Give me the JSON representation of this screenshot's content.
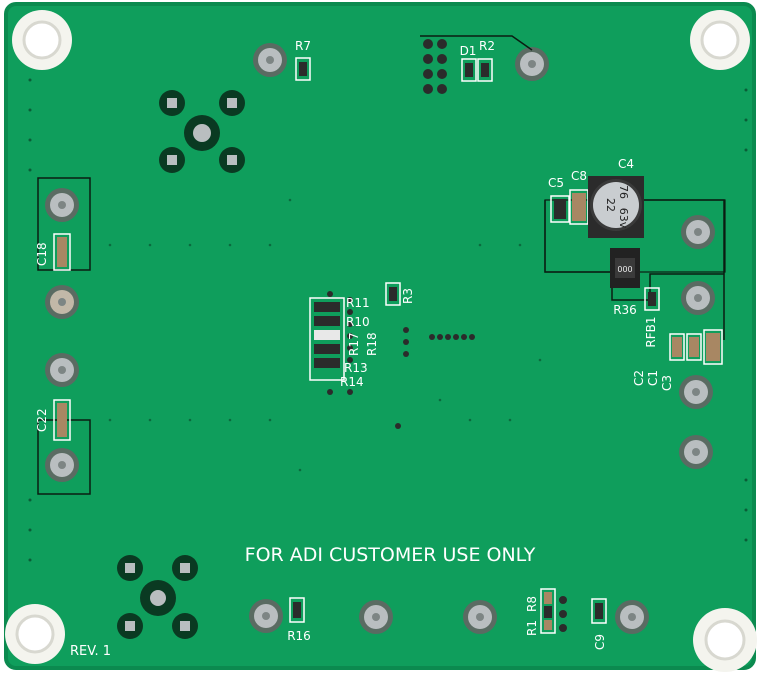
{
  "colors": {
    "board": "#0f9e5c",
    "board_dark": "#0b8a4f",
    "silkscreen": "#ffffff",
    "pad_metal": "#b9bec0",
    "standoff": "#f4f4ee",
    "component_dark": "#2b2b2b",
    "trace_outline": "#0a1d12"
  },
  "board": {
    "main_text": "FOR ADI CUSTOMER USE ONLY",
    "revision": "REV. 1"
  },
  "labels": {
    "r7": "R7",
    "d1": "D1",
    "r2": "R2",
    "c4": "C4",
    "c5": "C5",
    "c8": "C8",
    "cap_marking_1": "76",
    "cap_marking_2": "22",
    "cap_marking_3": "63v",
    "inductor_marking": "000",
    "r36": "R36",
    "rfb1": "RFB1",
    "c2": "C2",
    "c1": "C1",
    "c3": "C3",
    "c18": "C18",
    "c22": "C22",
    "r11": "R11",
    "r10": "R10",
    "r17": "R17",
    "r18": "R18",
    "r13": "R13",
    "r14": "R14",
    "r3": "R3",
    "r16": "R16",
    "r8": "R8",
    "r1": "R1",
    "c9": "C9"
  }
}
